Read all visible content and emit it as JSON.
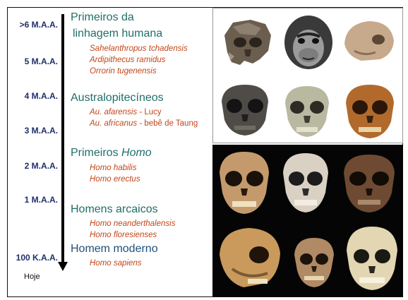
{
  "timeline": {
    "ticks": [
      ">6 M.A.A.",
      "5 M.A.A.",
      "4 M.A.A.",
      "3 M.A.A.",
      "2 M.A.A.",
      "1 M.A.A.",
      "100 K.A.A."
    ],
    "end_label": "Hoje"
  },
  "groups": [
    {
      "title_line1": "Primeiros da",
      "title_line2": "linhagem humana",
      "species": [
        "Sahelanthropus tchadensis",
        "Ardipithecus ramidus",
        "Orrorin tugenensis"
      ]
    },
    {
      "title": "Australopitecíneos",
      "species": [
        {
          "name": "Au. afarensis",
          "note": " - Lucy"
        },
        {
          "name": "Au. africanus",
          "note": " - bebê de Taung"
        }
      ]
    },
    {
      "title_plain": "Primeiros ",
      "title_italic": "Homo",
      "species": [
        "Homo habilis",
        "Homo erectus"
      ]
    },
    {
      "title": "Homens arcaicos",
      "species": [
        "Homo neanderthalensis",
        "Homo floresienses"
      ]
    },
    {
      "title": "Homem moderno",
      "species": [
        "Homo sapiens"
      ]
    }
  ],
  "colors": {
    "tick": "#1f2f6b",
    "title_teal": "#1f6f68",
    "title_blue": "#20507a",
    "species": "#c2461a",
    "photo_bg_dark": "#050505"
  },
  "images": {
    "top_panel": [
      "skull-sahelanthropus",
      "chimp-face-reconstruction",
      "skull-orrorin-fragment",
      "skull-afarensis-dark",
      "skull-africanus-pale",
      "skull-taung-brown"
    ],
    "bottom_panel": [
      "skull-habilis",
      "skull-erectus",
      "skull-erectus-dark",
      "skull-neanderthal",
      "skull-floresiensis",
      "skull-sapiens"
    ]
  }
}
